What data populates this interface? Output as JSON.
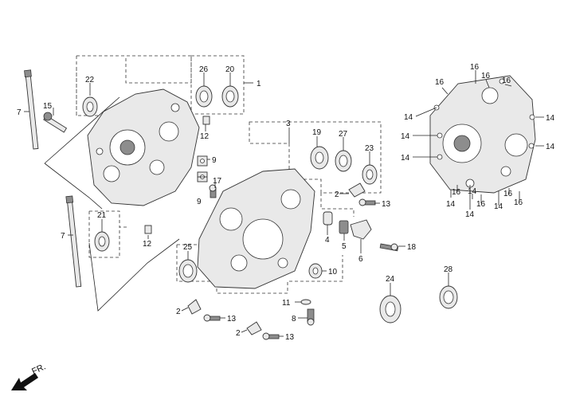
{
  "callouts": {
    "c1": "1",
    "c2a": "2",
    "c2b": "2",
    "c2c": "2",
    "c3": "3",
    "c4": "4",
    "c5": "5",
    "c6": "6",
    "c7a": "7",
    "c7b": "7",
    "c8": "8",
    "c9a": "9",
    "c9b": "9",
    "c10": "10",
    "c11": "11",
    "c12a": "12",
    "c12b": "12",
    "c13a": "13",
    "c13b": "13",
    "c13c": "13",
    "c14a": "14",
    "c14b": "14",
    "c14c": "14",
    "c14d": "14",
    "c14e": "14",
    "c14f": "14",
    "c14g": "14",
    "c14h": "14",
    "c14i": "14",
    "c15": "15",
    "c16a": "16",
    "c16b": "16",
    "c16c": "16",
    "c16d": "16",
    "c16e": "16",
    "c16f": "16",
    "c16g": "16",
    "c16h": "16",
    "c17": "17",
    "c18": "18",
    "c19": "19",
    "c20": "20",
    "c21": "21",
    "c22": "22",
    "c23": "23",
    "c24": "24",
    "c25": "25",
    "c26": "26",
    "c27": "27",
    "c28": "28"
  },
  "direction": {
    "label": "FR."
  }
}
